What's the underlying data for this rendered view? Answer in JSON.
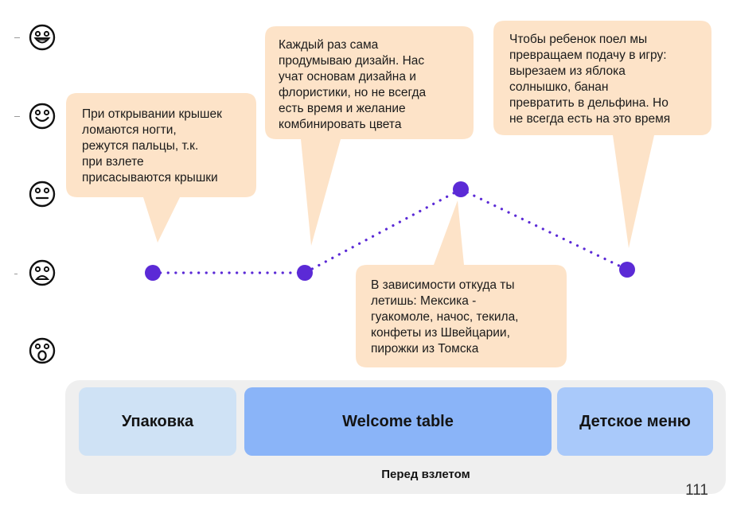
{
  "mood_scale": {
    "levels": [
      "very-happy",
      "happy",
      "neutral",
      "sad",
      "shocked"
    ]
  },
  "journey": {
    "line_color": "#5b2ad6",
    "points": [
      {
        "stage": "Упаковка",
        "mood": "sad"
      },
      {
        "stage": "Welcome table",
        "mood": "sad"
      },
      {
        "stage": "Welcome table",
        "mood": "neutral"
      },
      {
        "stage": "Детское меню",
        "mood": "sad"
      }
    ]
  },
  "callouts": [
    {
      "text": "При открывании крышек\nломаются ногти,\nрежутся пальцы, т.к.\nпри взлете\nприсасываются крышки"
    },
    {
      "text": "Каждый раз сама\nпродумываю дизайн. Нас\nучат основам дизайна и\nфлористики, но не всегда\nесть время и желание\nкомбинировать цвета"
    },
    {
      "text": "Чтобы ребенок поел мы\nпревращаем подачу в игру:\nвырезаем из яблока\nсолнышко, банан\nпревратить в дельфина. Но\nне всегда есть на это время"
    },
    {
      "text": "В зависимости откуда ты\nлетишь: Мексика -\nгуакомоле, начос, текила,\nконфеты из Швейцарии,\nпирожки из Томска"
    }
  ],
  "stages": [
    {
      "label": "Упаковка",
      "color": "#cfe2f5"
    },
    {
      "label": "Welcome table",
      "color": "#8ab4f8"
    },
    {
      "label": "Детское меню",
      "color": "#a9c9fa"
    }
  ],
  "phase_label": "Перед взлетом",
  "page_number": "111",
  "colors": {
    "bubble": "#fde3c8",
    "panel": "#efefef"
  }
}
